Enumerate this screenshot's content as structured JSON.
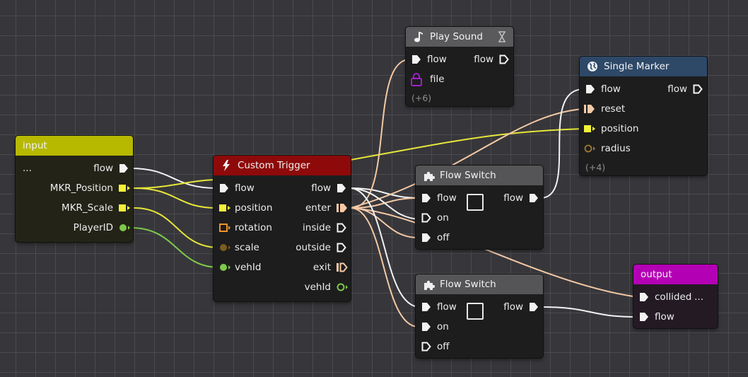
{
  "colors": {
    "input_header": "#b7b800",
    "custom_trigger_header": "#8e0a0a",
    "flow_switch_header": "#555557",
    "play_sound_header": "#5a5a5c",
    "single_marker_header": "#2e4868",
    "output_header": "#b400b4",
    "wire_flow": "#f2f2f2",
    "wire_position": "#e6e63a",
    "wire_event": "#f5c9a5",
    "wire_player": "#7fc94a"
  },
  "nodes": {
    "input": {
      "title": "input",
      "pins": {
        "ellipsis": "...",
        "flow": "flow",
        "mkr_position": "MKR_Position",
        "mkr_scale": "MKR_Scale",
        "player_id": "PlayerID"
      }
    },
    "custom_trigger": {
      "title": "Custom Trigger",
      "icon": "lightning-icon",
      "inputs": {
        "flow": "flow",
        "position": "position",
        "rotation": "rotation",
        "scale": "scale",
        "vehid": "vehId"
      },
      "outputs": {
        "flow": "flow",
        "enter": "enter",
        "inside": "inside",
        "outside": "outside",
        "exit": "exit",
        "vehid": "vehId"
      }
    },
    "play_sound": {
      "title": "Play Sound",
      "icon": "music-note-icon",
      "inputs": {
        "flow": "flow",
        "file": "file"
      },
      "outputs": {
        "flow": "flow"
      },
      "more": "(+6)"
    },
    "single_marker": {
      "title": "Single Marker",
      "icon": "globe-icon",
      "inputs": {
        "flow": "flow",
        "reset": "reset",
        "position": "position",
        "radius": "radius"
      },
      "outputs": {
        "flow": "flow"
      },
      "more": "(+4)"
    },
    "flow_switch_1": {
      "title": "Flow Switch",
      "icon": "puzzle-icon",
      "inputs": {
        "flow": "flow",
        "on": "on",
        "off": "off"
      },
      "outputs": {
        "flow": "flow"
      }
    },
    "flow_switch_2": {
      "title": "Flow Switch",
      "icon": "puzzle-icon",
      "inputs": {
        "flow": "flow",
        "on": "on",
        "off": "off"
      },
      "outputs": {
        "flow": "flow"
      }
    },
    "output": {
      "title": "output",
      "pins": {
        "collided": "collided",
        "ellipsis": "...",
        "flow": "flow"
      }
    }
  }
}
